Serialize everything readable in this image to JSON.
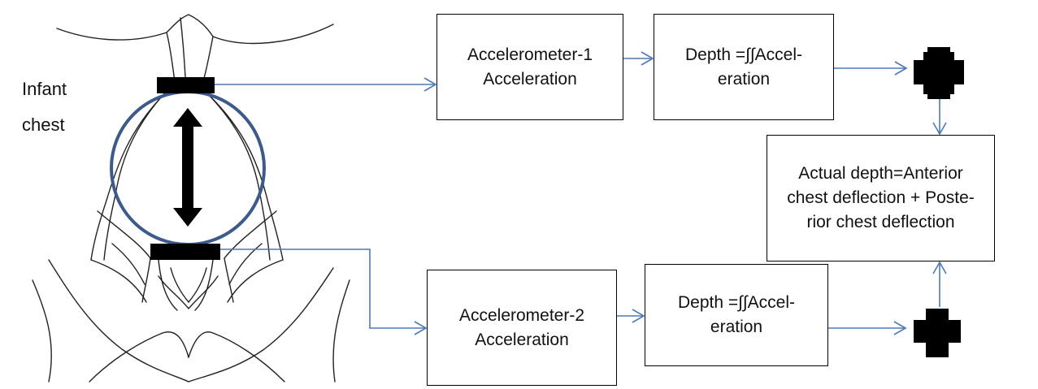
{
  "subject": {
    "label_line1": "Infant",
    "label_line2": "chest"
  },
  "boxes": {
    "accel1": [
      "Accelerometer-1",
      "Acceleration"
    ],
    "depth1": [
      "Depth =∫∫Accel-",
      "eration"
    ],
    "accel2": [
      "Accelerometer-2",
      "Acceleration"
    ],
    "depth2": [
      "Depth =∫∫Accel-",
      "eration"
    ],
    "actual": [
      "Actual depth=Anterior",
      "chest deflection + Poste-",
      "rior chest deflection"
    ]
  },
  "colors": {
    "arrow": "#4a7ab8",
    "circle": "#3c5a8a",
    "sensor": "#000000",
    "sketch": "#222222"
  },
  "icons": {
    "sum_symbol": "plus-icon",
    "compression_arrow": "double-headed-arrow-icon"
  }
}
